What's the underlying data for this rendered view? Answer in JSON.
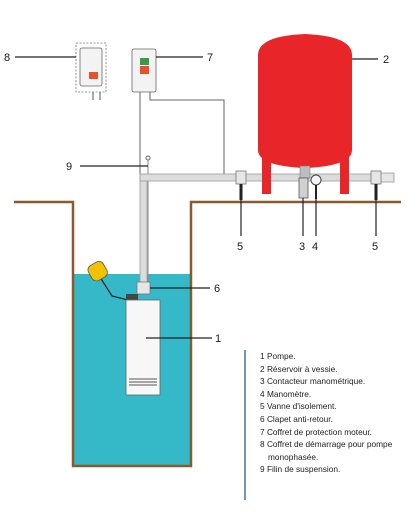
{
  "callouts": {
    "c1": "1",
    "c2": "2",
    "c3": "3",
    "c4": "4",
    "c5a": "5",
    "c5b": "5",
    "c6": "6",
    "c7": "7",
    "c8": "8",
    "c9": "9"
  },
  "legend": [
    {
      "num": "1",
      "text": "Pompe."
    },
    {
      "num": "2",
      "text": "Réservoir à vessie."
    },
    {
      "num": "3",
      "text": "Contacteur manométrique."
    },
    {
      "num": "4",
      "text": "Manomètre."
    },
    {
      "num": "5",
      "text": "Vanne d'isolement."
    },
    {
      "num": "6",
      "text": "Clapet anti-retour."
    },
    {
      "num": "7",
      "text": "Coffret de protection moteur."
    },
    {
      "num": "8",
      "text": "Coffret de démarrage pour pompe",
      "cont": "monophasée."
    },
    {
      "num": "9",
      "text": "Filin de suspension."
    }
  ],
  "colors": {
    "water": "#35b8c8",
    "well_wall": "#8b5a2b",
    "tank": "#e8262a",
    "pipe": "#d8d8d8",
    "box_indicator": "#e8502a",
    "float": "#f2c200"
  }
}
